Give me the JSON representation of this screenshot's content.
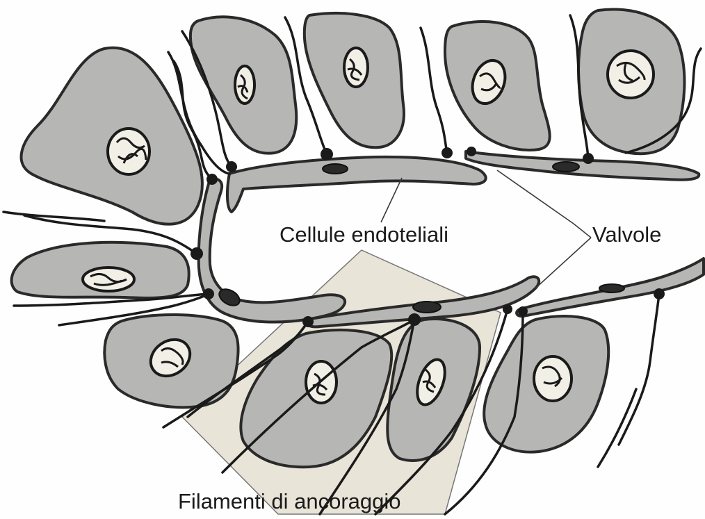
{
  "labels": {
    "endothelial_cells": "Cellule endoteliali",
    "valves": "Valvole",
    "anchoring_filaments": "Filamenti di ancoraggio"
  },
  "colors": {
    "cell_fill": "#b6b6b4",
    "outline": "#2a2a2a",
    "nucleus_fill": "#f2efe6",
    "panel_fill": "#e9e4d8"
  }
}
